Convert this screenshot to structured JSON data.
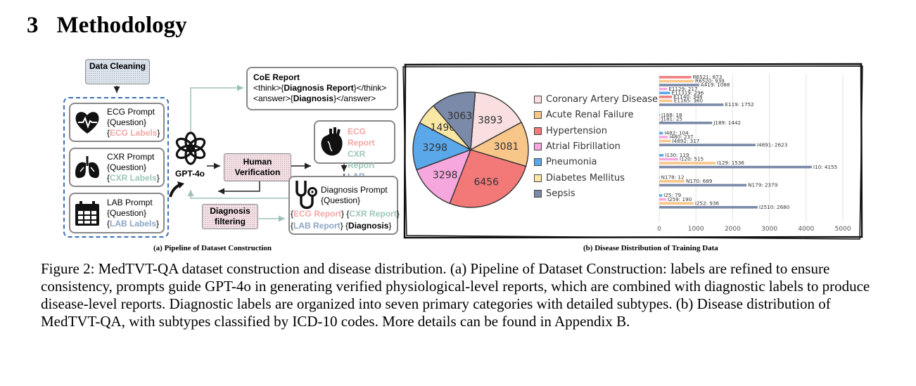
{
  "section": {
    "number": "3",
    "title": "Methodology"
  },
  "pipeline": {
    "data_cleaning": "Data Cleaning",
    "ecg_prompt": {
      "title": "ECG Prompt",
      "question": "{Question}",
      "labels": "ECG Labels"
    },
    "cxr_prompt": {
      "title": "CXR Prompt",
      "question": "{Question}",
      "labels": "CXR Labels"
    },
    "lab_prompt": {
      "title": "LAB Prompt",
      "question": "{Question}",
      "labels": "LAB Labels"
    },
    "gpt_label": "GPT-4o",
    "coe": {
      "title": "CoE Report",
      "line1_pre": "<think>{",
      "line1_bold": "Diagnosis Report",
      "line1_post": "}</think>",
      "line2_pre": "<answer>{",
      "line2_bold": "Diagnosis",
      "line2_post": "}</answer>"
    },
    "human_verification": "Human Verification",
    "reports": {
      "ecg": "ECG Report",
      "cxr": "CXR Report",
      "lab": "LAB Report"
    },
    "diagnosis_prompt": {
      "title": "Diagnosis Prompt",
      "question": "{Question}",
      "diagnosis": "Diagnosis"
    },
    "diagnosis_filtering": "Diagnosis filtering",
    "caption": "(a) Pipeline of Dataset Construction"
  },
  "chart_data": [
    {
      "type": "pie",
      "labels": [
        "Coronary Artery Disease",
        "Acute Renal Failure",
        "Hypertension",
        "Atrial Fibrillation",
        "Pneumonia",
        "Diabetes Mellitus",
        "Sepsis"
      ],
      "values": [
        3893,
        3081,
        6456,
        3298,
        3298,
        1490,
        3063
      ],
      "colors": [
        "#f9dfe0",
        "#f9c68a",
        "#f37979",
        "#f6a8de",
        "#5aa7ea",
        "#fbe7a4",
        "#7b8aa8"
      ]
    },
    {
      "type": "bar",
      "orientation": "horizontal",
      "xlim": [
        0,
        5000
      ],
      "xticks": [
        "0",
        "1000",
        "2000",
        "3000",
        "4000",
        "5000"
      ],
      "grid": true,
      "bars": [
        {
          "label": "R6521: 873",
          "value": 873,
          "color": "#f08080"
        },
        {
          "label": "R6520: 939",
          "value": 939,
          "color": "#f9c68a"
        },
        {
          "label": "A419: 1088",
          "value": 1088,
          "color": "#7b8aa8"
        },
        {
          "label": "E1129: 217",
          "value": 217,
          "color": "#f6a8de"
        },
        {
          "label": "E11319: 296",
          "value": 296,
          "color": "#5aa7ea"
        },
        {
          "label": "E1140: 348",
          "value": 348,
          "color": "#f08080"
        },
        {
          "label": "E1165: 360",
          "value": 360,
          "color": "#f9c68a"
        },
        {
          "label": "E119: 1752",
          "value": 1752,
          "color": "#7b8aa8"
        },
        {
          "label": "J188: 18",
          "value": 18,
          "color": "#5aa7ea"
        },
        {
          "label": "J181: 25",
          "value": 25,
          "color": "#f9c68a"
        },
        {
          "label": "J189: 1442",
          "value": 1442,
          "color": "#7b8aa8"
        },
        {
          "label": "I482: 104",
          "value": 104,
          "color": "#5aa7ea"
        },
        {
          "label": "I480: 237",
          "value": 237,
          "color": "#f6a8de"
        },
        {
          "label": "I4892: 317",
          "value": 317,
          "color": "#f9c68a"
        },
        {
          "label": "I4891: 2623",
          "value": 2623,
          "color": "#7b8aa8"
        },
        {
          "label": "I130: 119",
          "value": 119,
          "color": "#5aa7ea"
        },
        {
          "label": "I120: 515",
          "value": 515,
          "color": "#f6a8de"
        },
        {
          "label": "I129: 1536",
          "value": 1536,
          "color": "#f9c68a"
        },
        {
          "label": "I10: 4155",
          "value": 4155,
          "color": "#7b8aa8"
        },
        {
          "label": "N178: 12",
          "value": 12,
          "color": "#5aa7ea"
        },
        {
          "label": "N170: 689",
          "value": 689,
          "color": "#f9c68a"
        },
        {
          "label": "N179: 2379",
          "value": 2379,
          "color": "#7b8aa8"
        },
        {
          "label": "I25: 79",
          "value": 79,
          "color": "#5aa7ea"
        },
        {
          "label": "I259: 190",
          "value": 190,
          "color": "#f6a8de"
        },
        {
          "label": "I252: 936",
          "value": 936,
          "color": "#f9c68a"
        },
        {
          "label": "I2510: 2680",
          "value": 2680,
          "color": "#7b8aa8"
        }
      ]
    }
  ],
  "distribution_caption": "(b) Disease Distribution of Training Data",
  "figure_caption": "Figure 2: MedTVT-QA dataset construction and disease distribution. (a) Pipeline of Dataset Construction: labels are refined to ensure consistency, prompts guide GPT-4o in generating verified physiological-level reports, which are combined with diagnostic labels to produce disease-level reports. Diagnostic labels are organized into seven primary categories with detailed subtypes. (b) Disease distribution of MedTVT-QA, with subtypes classified by ICD-10 codes. More details can be found in Appendix B."
}
